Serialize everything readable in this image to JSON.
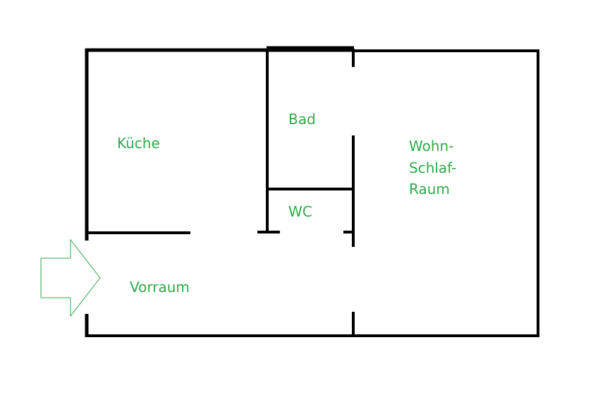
{
  "colors": {
    "wall": "#000000",
    "label": "#2eaa4a",
    "arrow": "#2eaa4a",
    "background": "#ffffff"
  },
  "rooms": {
    "kueche": "Küche",
    "bad": "Bad",
    "wc": "WC",
    "vorraum": "Vorraum",
    "wohn_line1": "Wohn-",
    "wohn_line2": "Schlaf-",
    "wohn_line3": "Raum"
  },
  "icons": {
    "entrance": "entrance-arrow-icon"
  }
}
